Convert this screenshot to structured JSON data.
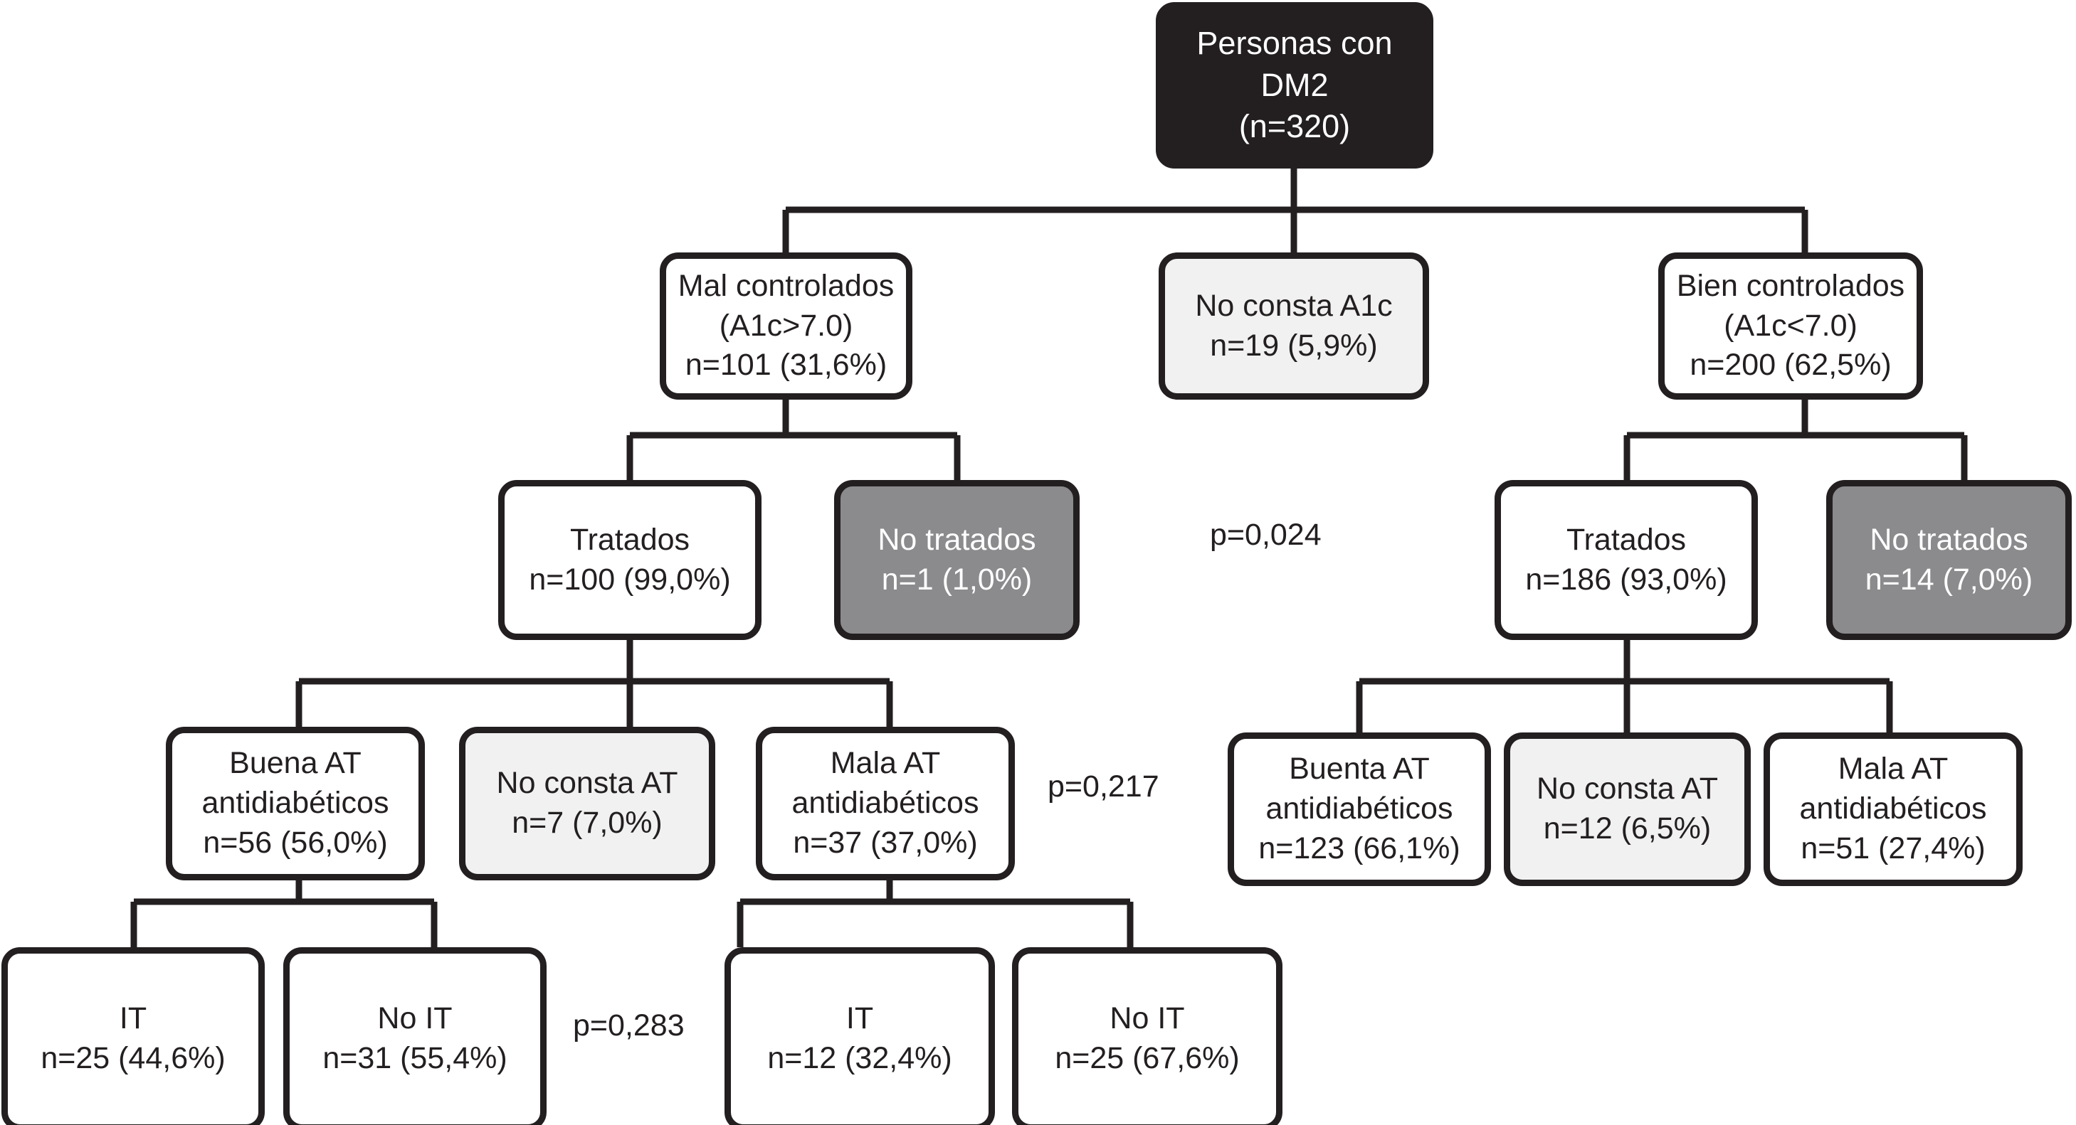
{
  "diagram": {
    "title_node": {
      "id": "personas-con-dm2",
      "lines": [
        "Personas con",
        "DM2",
        "(n=320)"
      ],
      "style": "dark"
    },
    "nodes": [
      {
        "id": "mal-controlados",
        "lines": [
          "Mal controlados",
          "(A1c>7.0)",
          "n=101 (31,6%)"
        ],
        "style": "white",
        "level": 2
      },
      {
        "id": "no-consta-a1c",
        "lines": [
          "No consta A1c",
          "n=19 (5,9%)"
        ],
        "style": "light",
        "level": 2
      },
      {
        "id": "bien-controlados",
        "lines": [
          "Bien controlados",
          "(A1c<7.0)",
          "n=200 (62,5%)"
        ],
        "style": "white",
        "level": 2
      },
      {
        "id": "tratados-mal",
        "lines": [
          "Tratados",
          "n=100 (99,0%)"
        ],
        "style": "white",
        "level": 3
      },
      {
        "id": "no-tratados-mal",
        "lines": [
          "No tratados",
          "n=1 (1,0%)"
        ],
        "style": "gray",
        "level": 3
      },
      {
        "id": "tratados-bien",
        "lines": [
          "Tratados",
          "n=186 (93,0%)"
        ],
        "style": "white",
        "level": 3
      },
      {
        "id": "no-tratados-bien",
        "lines": [
          "No tratados",
          "n=14 (7,0%)"
        ],
        "style": "gray",
        "level": 3
      },
      {
        "id": "buena-at-mal",
        "lines": [
          "Buena AT",
          "antidiabéticos",
          "n=56 (56,0%)"
        ],
        "style": "white",
        "level": 4
      },
      {
        "id": "no-consta-at-mal",
        "lines": [
          "No consta AT",
          "n=7 (7,0%)"
        ],
        "style": "light",
        "level": 4
      },
      {
        "id": "mala-at-mal",
        "lines": [
          "Mala AT",
          "antidiabéticos",
          "n=37 (37,0%)"
        ],
        "style": "white",
        "level": 4
      },
      {
        "id": "buenta-at-bien",
        "lines": [
          "Buenta AT",
          "antidiabéticos",
          "n=123 (66,1%)"
        ],
        "style": "white",
        "level": 4
      },
      {
        "id": "no-consta-at-bien",
        "lines": [
          "No consta AT",
          "n=12 (6,5%)"
        ],
        "style": "light",
        "level": 4
      },
      {
        "id": "mala-at-bien",
        "lines": [
          "Mala AT",
          "antidiabéticos",
          "n=51 (27,4%)"
        ],
        "style": "white",
        "level": 4
      },
      {
        "id": "it-buena",
        "lines": [
          "IT",
          "n=25 (44,6%)"
        ],
        "style": "white",
        "level": 5
      },
      {
        "id": "no-it-buena",
        "lines": [
          "No IT",
          "n=31 (55,4%)"
        ],
        "style": "white",
        "level": 5
      },
      {
        "id": "it-mala",
        "lines": [
          "IT",
          "n=12 (32,4%)"
        ],
        "style": "white",
        "level": 5
      },
      {
        "id": "no-it-mala",
        "lines": [
          "No IT",
          "n=25 (67,6%)"
        ],
        "style": "white",
        "level": 5
      }
    ],
    "p_values": [
      {
        "id": "p-treatment",
        "text": "p=0,024"
      },
      {
        "id": "p-adherence",
        "text": "p=0,217"
      },
      {
        "id": "p-it",
        "text": "p=0,283"
      }
    ],
    "colors": {
      "stroke": "#231f20",
      "dark_fill": "#231f20",
      "gray_fill": "#8b8b8d",
      "light_fill": "#f0f1f0",
      "white_fill": "#ffffff",
      "dark_text": "#231f20",
      "light_text": "#ffffff"
    }
  }
}
